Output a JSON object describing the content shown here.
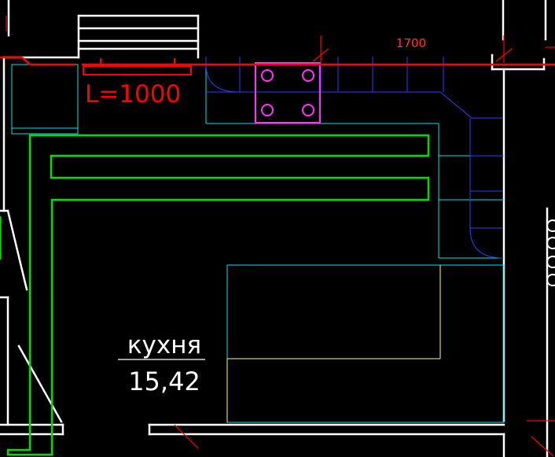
{
  "drawing": {
    "room_name": "кухня",
    "room_area": "15,42",
    "heater_length_label": "L=1000",
    "dimension_label": "1700"
  },
  "colors": {
    "background": "#000000",
    "walls": "#ffffff",
    "pipe_red": "#ff0000",
    "heating_loop": "#00dd00",
    "furniture_cyan": "#00e5e5",
    "furniture_blue": "#2e3dff",
    "stove_magenta": "#ff33ff",
    "table_yellow": "#ffff66",
    "dimension_label": "#ff3333"
  }
}
